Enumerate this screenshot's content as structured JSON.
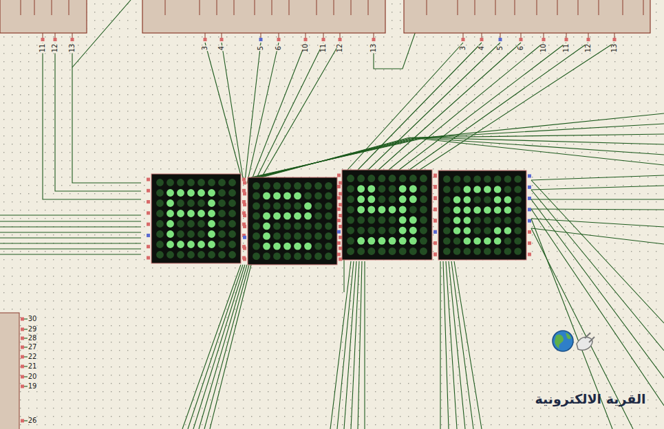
{
  "diagram": {
    "labels": [
      "11",
      "12",
      "13",
      "3",
      "4",
      "5",
      "6",
      "10",
      "11",
      "12",
      "13",
      "3",
      "4",
      "5",
      "6",
      "10",
      "11",
      "12",
      "13",
      "30",
      "29",
      "28",
      "27",
      "22",
      "21",
      "20",
      "19",
      "26",
      "القرية الالكترونية"
    ]
  }
}
